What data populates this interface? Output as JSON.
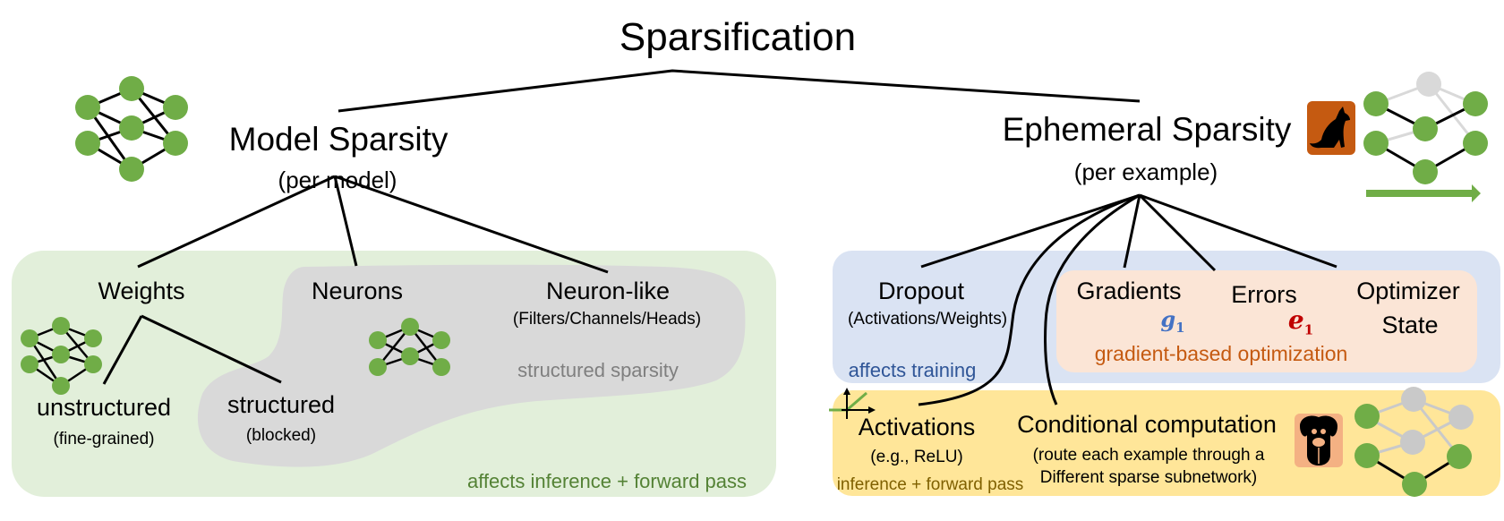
{
  "title": "Sparsification",
  "model_sparsity": {
    "title": "Model Sparsity",
    "subtitle": "(per model)",
    "icon": "neural-network-icon",
    "box_note": "affects inference + forward pass",
    "children": {
      "weights": {
        "label": "Weights",
        "unstructured": {
          "label": "unstructured",
          "sub": "(fine-grained)"
        },
        "structured": {
          "label": "structured",
          "sub": "(blocked)"
        }
      },
      "neurons": {
        "label": "Neurons"
      },
      "neuron_like": {
        "label": "Neuron-like",
        "sub": "(Filters/Channels/Heads)"
      }
    },
    "structured_region_label": "structured sparsity"
  },
  "ephemeral_sparsity": {
    "title": "Ephemeral Sparsity",
    "subtitle": "(per example)",
    "icons": [
      "dog-sitting-icon",
      "sparse-network-icon",
      "forward-arrow-icon"
    ],
    "training_box": {
      "note": "affects training",
      "dropout": {
        "label": "Dropout",
        "sub": "(Activations/Weights)"
      },
      "optimization_box": {
        "note": "gradient-based optimization",
        "gradients": {
          "label": "Gradients",
          "symbol": "g",
          "subscript": "1"
        },
        "errors": {
          "label": "Errors",
          "symbol": "e",
          "subscript": "1"
        },
        "optimizer_state": {
          "label_line1": "Optimizer",
          "label_line2": "State"
        }
      }
    },
    "inference_box": {
      "note": "inference + forward pass",
      "activations": {
        "label": "Activations",
        "sub": "(e.g., ReLU)",
        "icon": "relu-plot-icon"
      },
      "conditional": {
        "label": "Conditional computation",
        "sub_line1": "(route each example through a",
        "sub_line2": "Different sparse subnetwork)",
        "icons": [
          "dog-face-icon",
          "routed-network-icon"
        ]
      }
    }
  },
  "colors": {
    "node_green": "#70ad47",
    "node_gray": "#c9c9c9",
    "model_box": "#e2efda",
    "structured_region": "#d9d9d9",
    "structured_text": "#7f7f7f",
    "model_note": "#548235",
    "training_box": "#dae3f3",
    "training_note": "#2f5597",
    "optimization_box": "#fbe5d6",
    "optimization_note": "#c55a11",
    "inference_box": "#ffe699",
    "inference_note": "#7f6000",
    "gradient_symbol": "#4472c4",
    "error_symbol": "#c00000",
    "dog_sitting_bg": "#c55a11",
    "dog_face_bg": "#f4b183"
  }
}
